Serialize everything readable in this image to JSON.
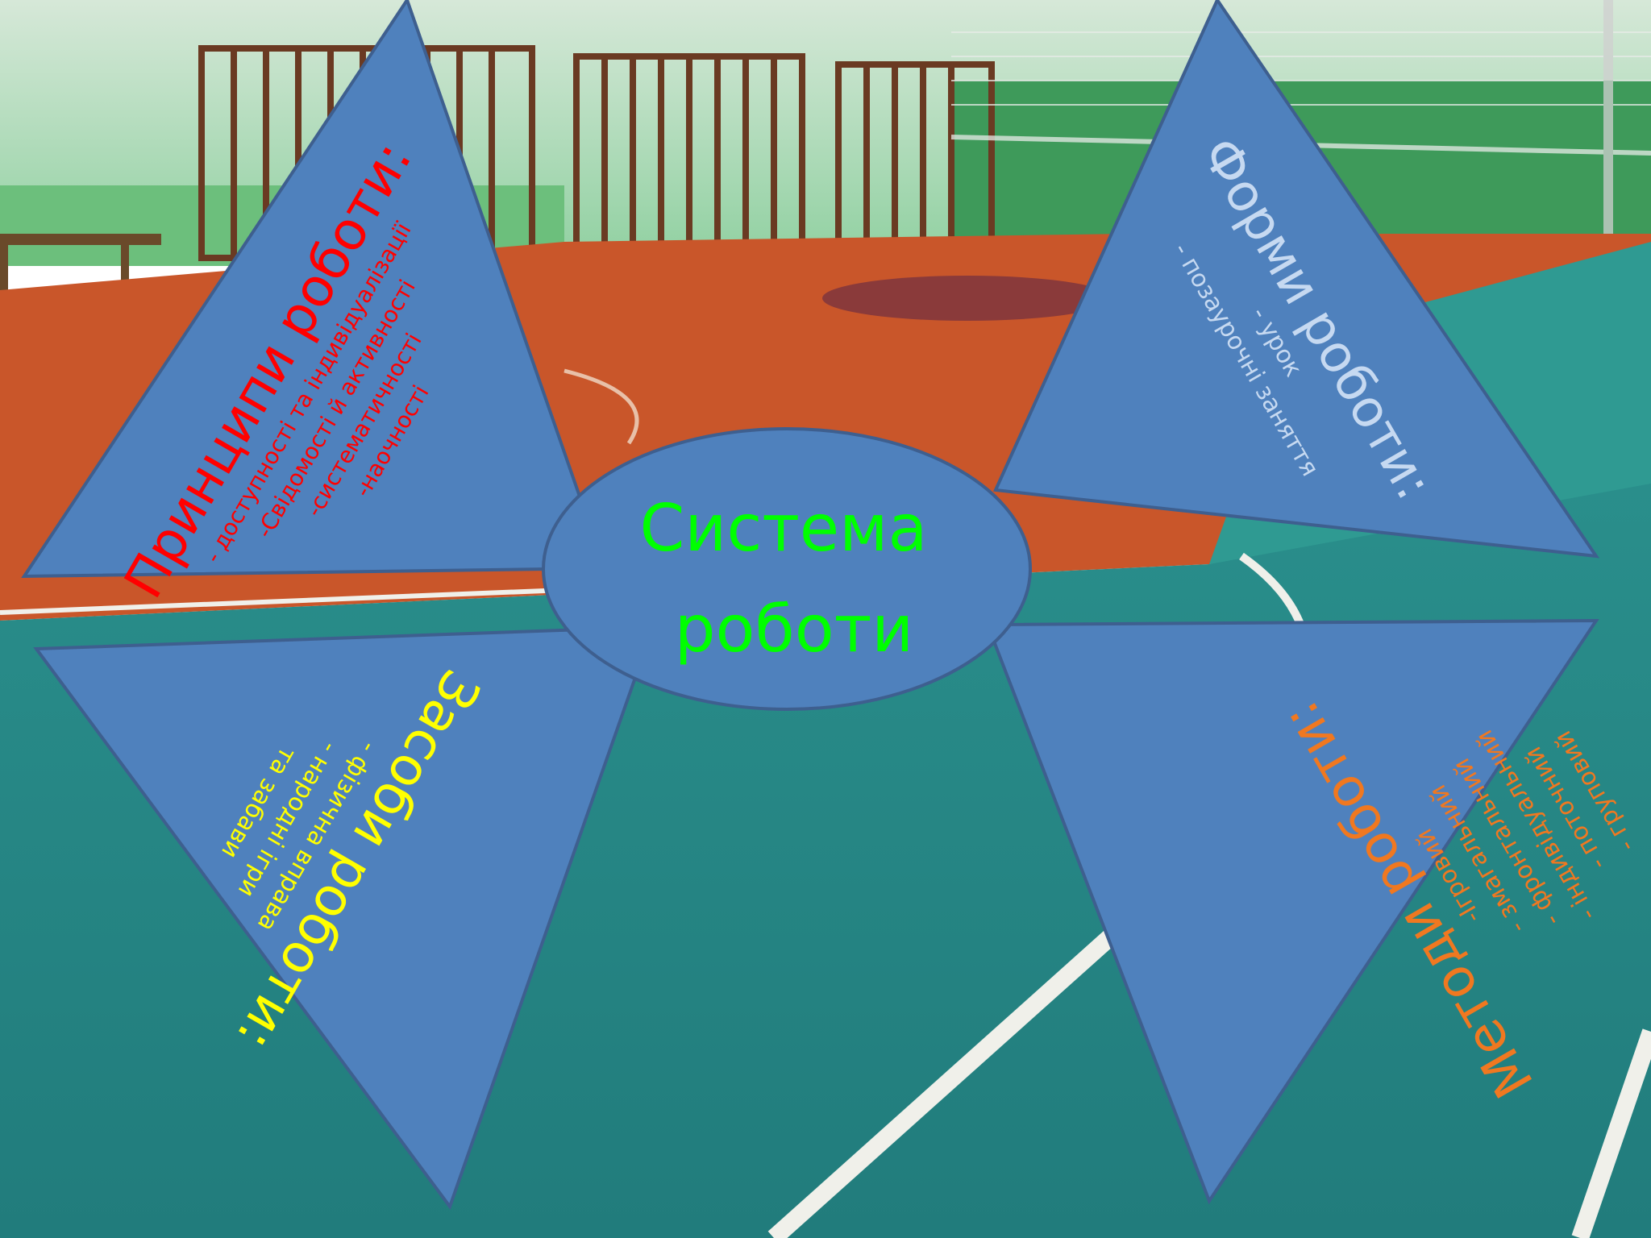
{
  "slide": {
    "colors": {
      "shape_fill": "#4f81bd",
      "shape_stroke": "#3e5f8f",
      "center_text": "#00ff00",
      "principles_text": "#ff0000",
      "forms_text": "#c6d9f1",
      "means_text": "#ffff00",
      "methods_text": "#f07820",
      "wall_green": "#3e9a5a",
      "floor_orange": "#c9562a",
      "floor_teal": "#2e9a96"
    },
    "center": {
      "line1": "Система",
      "line2": "роботи"
    },
    "principles": {
      "title": "Принципи роботи:",
      "items": [
        "- доступності та індивідуалізації",
        "-Свідомості й активності",
        "-систематичності",
        "-наочності"
      ]
    },
    "forms": {
      "title": "Форми роботи:",
      "items": [
        "- урок",
        "- позаурочні заняття"
      ]
    },
    "means": {
      "title": "Засоби роботи:",
      "items": [
        "- фізична вправа",
        "- народні ігри",
        "та забави"
      ]
    },
    "methods": {
      "title": "Методи роботи:",
      "items": [
        "-Ігровий",
        "- змагальний",
        "- фронтальний",
        "- індивідуальний",
        "- поточний",
        "- груповий"
      ]
    }
  }
}
